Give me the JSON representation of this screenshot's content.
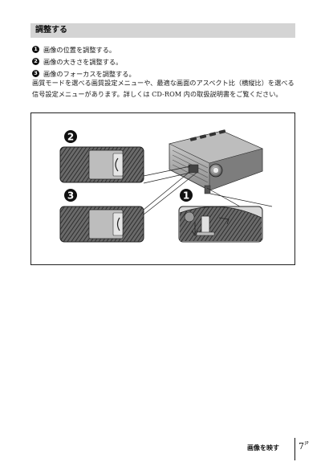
{
  "section": {
    "title": "調整する"
  },
  "steps": [
    {
      "marker": "1",
      "text": "画像の位置を調整する。"
    },
    {
      "marker": "2",
      "text": "画像の大きさを調整する。"
    },
    {
      "marker": "3",
      "text": "画像のフォーカスを調整する。"
    }
  ],
  "paragraph": "画質モードを選べる画質設定メニューや、最適な画面のアスペクト比（横縦比）を選べる信号設定メニューがあります。詳しくは CD-ROM 内の取扱説明書をご覧ください。",
  "figure": {
    "callouts": [
      {
        "label": "2"
      },
      {
        "label": "3"
      },
      {
        "label": "1"
      }
    ]
  },
  "footer": {
    "section_label": "画像を映す",
    "page_number": "7",
    "page_suffix": "JP"
  }
}
